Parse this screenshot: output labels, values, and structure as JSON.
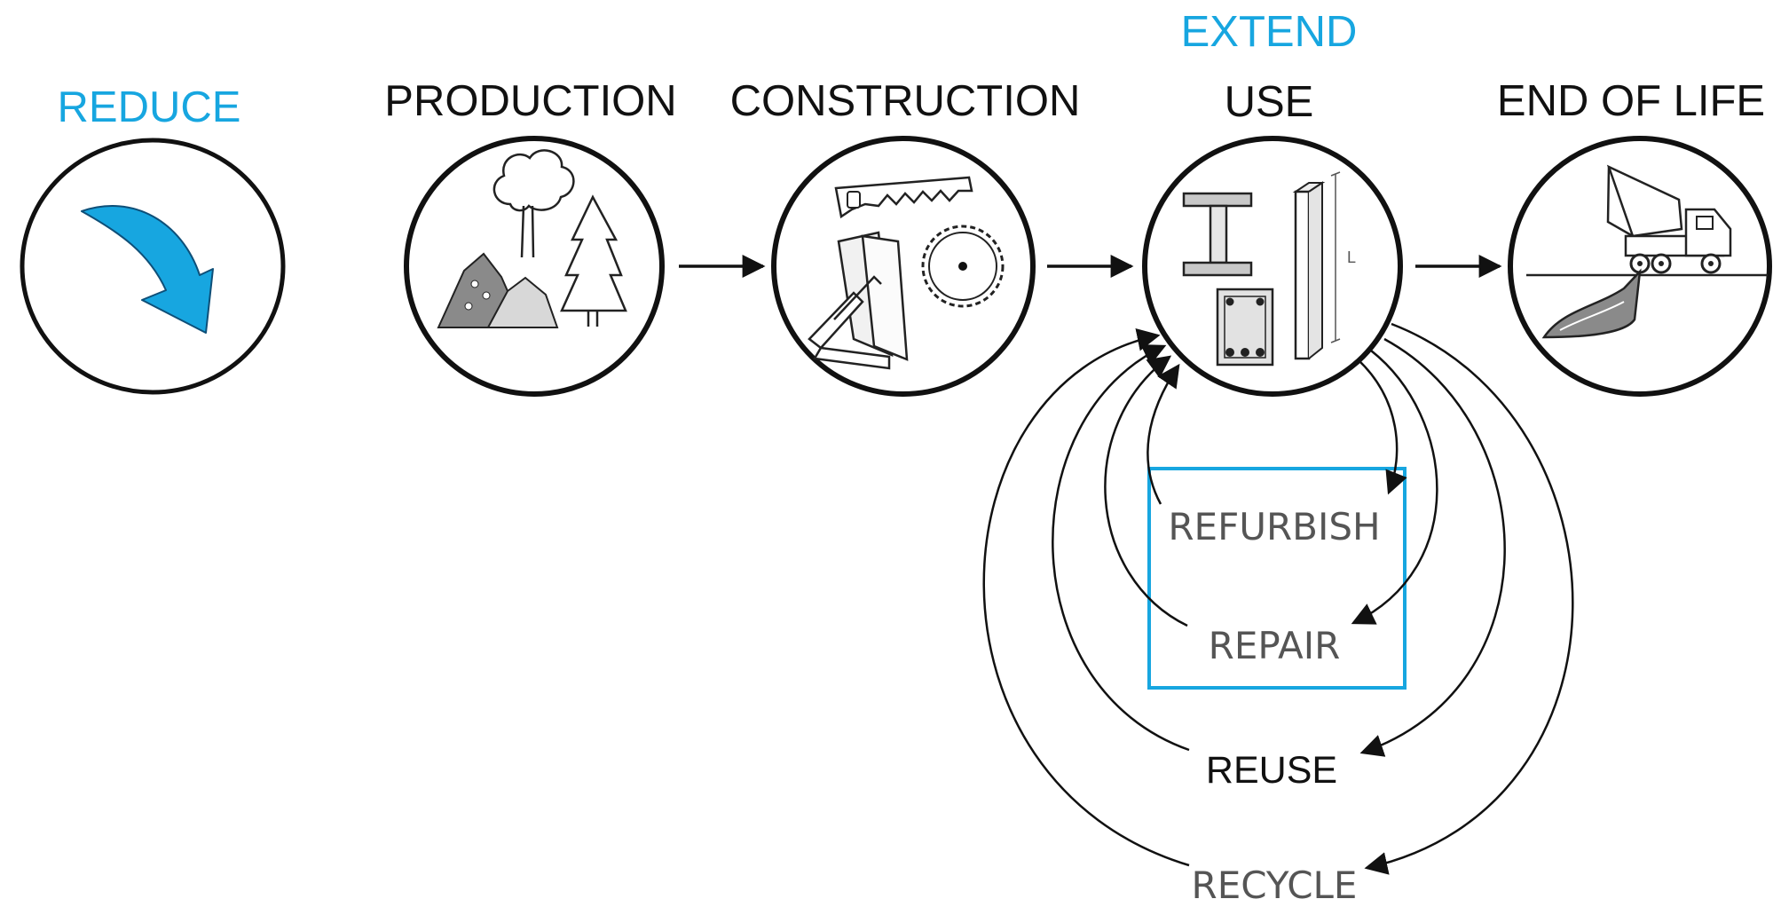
{
  "colors": {
    "accent": "#17a6e0",
    "ink": "#111111",
    "muted": "#555555",
    "grey_dark": "#8a8a8a",
    "grey_light": "#d2d2d2"
  },
  "labels": {
    "reduce": "REDUCE",
    "extend": "EXTEND",
    "production": "PRODUCTION",
    "construction": "CONSTRUCTION",
    "use": "USE",
    "end_of_life": "END OF LIFE",
    "refurbish": "REFURBISH",
    "repair": "REPAIR",
    "reuse": "REUSE",
    "recycle": "RECYCLE",
    "length_mark": "L"
  },
  "icons": {
    "reduce": "curved-down-arrow-icon",
    "production": "raw-materials-icon",
    "construction": "tools-icon",
    "use": "structural-members-icon",
    "end_of_life": "dump-truck-icon"
  }
}
